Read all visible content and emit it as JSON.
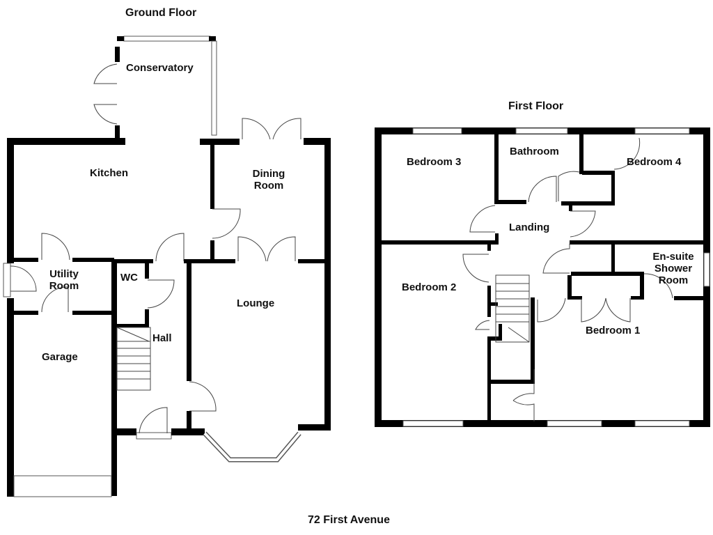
{
  "ground_floor": {
    "title": "Ground Floor",
    "rooms": {
      "conservatory": "Conservatory",
      "kitchen": "Kitchen",
      "dining_room": "Dining Room",
      "utility_room": "Utility Room",
      "wc": "WC",
      "lounge": "Lounge",
      "hall": "Hall",
      "garage": "Garage"
    }
  },
  "first_floor": {
    "title": "First Floor",
    "rooms": {
      "bedroom_3": "Bedroom 3",
      "bathroom": "Bathroom",
      "bedroom_4": "Bedroom 4",
      "landing": "Landing",
      "bedroom_2": "Bedroom 2",
      "ensuite": "En-suite Shower Room",
      "bedroom_1": "Bedroom 1"
    }
  },
  "address": "72 First Avenue"
}
